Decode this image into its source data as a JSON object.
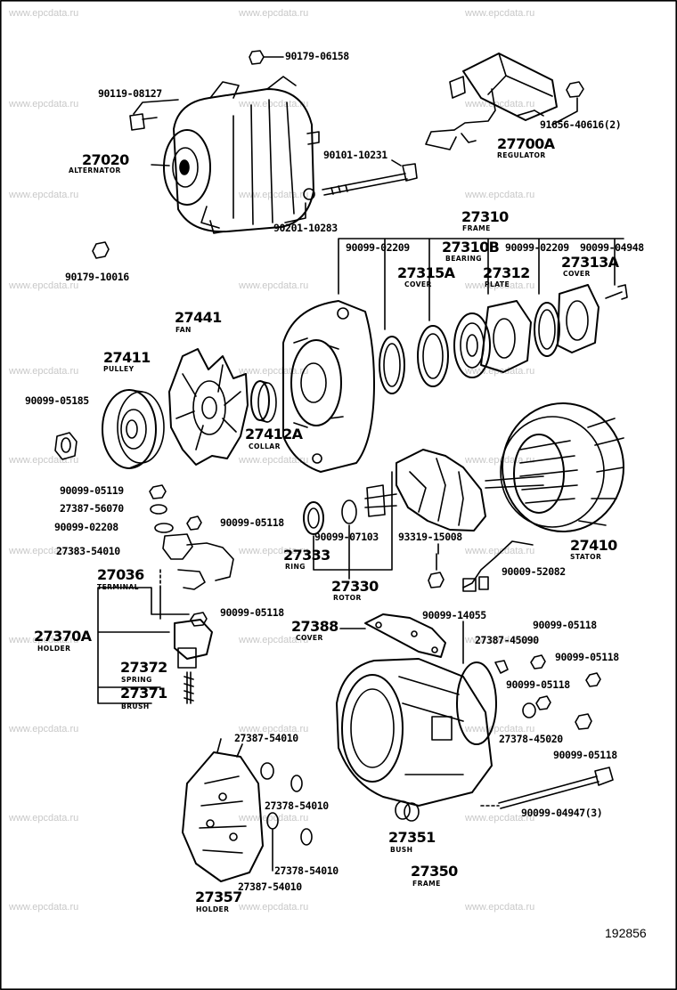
{
  "watermark": "www.epcdata.ru",
  "drawing_number": "192856",
  "parts": [
    {
      "no": "90179-06158"
    },
    {
      "no": "90119-08127"
    },
    {
      "no": "27020",
      "name": "ALTERNATOR"
    },
    {
      "no": "90101-10231"
    },
    {
      "no": "90201-10283"
    },
    {
      "no": "90179-10016"
    },
    {
      "no": "91656-40616(2)"
    },
    {
      "no": "27700A",
      "name": "REGULATOR"
    },
    {
      "no": "27310",
      "name": "FRAME"
    },
    {
      "no": "90099-02209"
    },
    {
      "no": "27310B",
      "name": "BEARING"
    },
    {
      "no": "90099-02209"
    },
    {
      "no": "90099-04948"
    },
    {
      "no": "27315A",
      "name": "COVER"
    },
    {
      "no": "27312",
      "name": "PLATE"
    },
    {
      "no": "27313A",
      "name": "COVER"
    },
    {
      "no": "27441",
      "name": "FAN"
    },
    {
      "no": "27411",
      "name": "PULLEY"
    },
    {
      "no": "90099-05185"
    },
    {
      "no": "27412A",
      "name": "COLLAR"
    },
    {
      "no": "90099-05119"
    },
    {
      "no": "27387-56070"
    },
    {
      "no": "90099-05118"
    },
    {
      "no": "90099-02208"
    },
    {
      "no": "27383-54010"
    },
    {
      "no": "27036",
      "name": "TERMINAL"
    },
    {
      "no": "90099-07103"
    },
    {
      "no": "93319-15008"
    },
    {
      "no": "27410",
      "name": "STATOR"
    },
    {
      "no": "27333",
      "name": "RING"
    },
    {
      "no": "90009-52082"
    },
    {
      "no": "27330",
      "name": "ROTOR"
    },
    {
      "no": "90099-05118"
    },
    {
      "no": "27370A",
      "name": "HOLDER"
    },
    {
      "no": "90099-14055"
    },
    {
      "no": "27388",
      "name": "COVER"
    },
    {
      "no": "90099-05118"
    },
    {
      "no": "27387-45090"
    },
    {
      "no": "90099-05118"
    },
    {
      "no": "27372",
      "name": "SPRING"
    },
    {
      "no": "90099-05118"
    },
    {
      "no": "27371",
      "name": "BRUSH"
    },
    {
      "no": "27378-45020"
    },
    {
      "no": "90099-05118"
    },
    {
      "no": "27387-54010"
    },
    {
      "no": "27378-54010"
    },
    {
      "no": "90099-04947(3)"
    },
    {
      "no": "27351",
      "name": "BUSH"
    },
    {
      "no": "27378-54010"
    },
    {
      "no": "27350",
      "name": "FRAME"
    },
    {
      "no": "27387-54010"
    },
    {
      "no": "27357",
      "name": "HOLDER"
    }
  ]
}
